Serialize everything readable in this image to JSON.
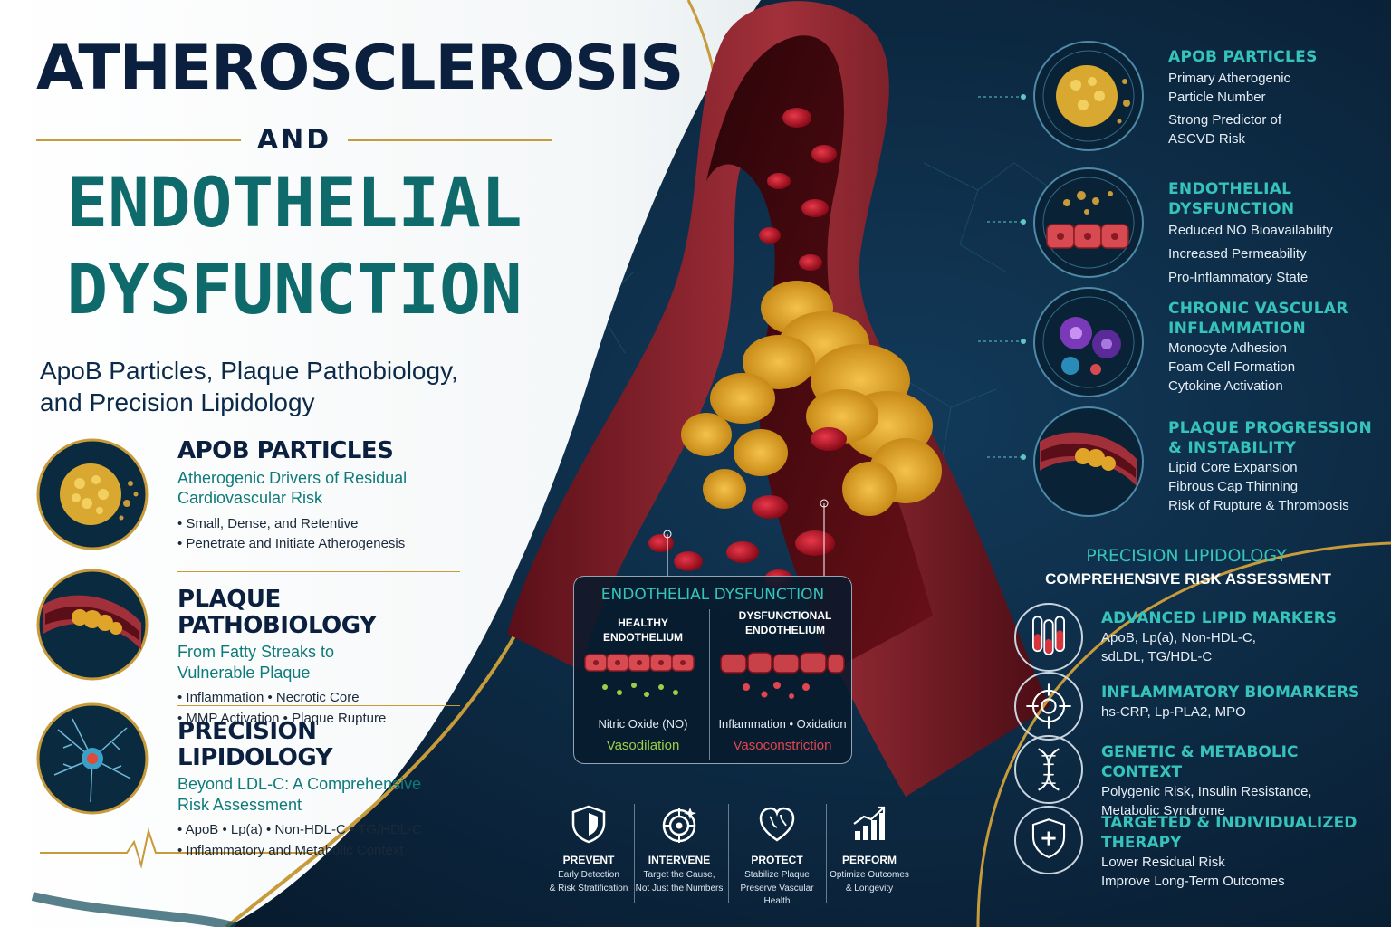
{
  "title": {
    "line1": "ATHEROSCLEROSIS",
    "and": "AND",
    "line2": "ENDOTHELIAL",
    "line3": "DYSFUNCTION",
    "subtitle_1": "ApoB Particles, Plaque Pathobiology,",
    "subtitle_2": "and Precision Lipidology"
  },
  "left_sections": [
    {
      "heading": "APOB PARTICLES",
      "tag_1": "Atherogenic Drivers of Residual",
      "tag_2": "Cardiovascular Risk",
      "bullets": [
        "• Small, Dense, and Retentive",
        "• Penetrate and Initiate Atherogenesis"
      ]
    },
    {
      "heading": "PLAQUE PATHOBIOLOGY",
      "tag_1": "From Fatty Streaks to",
      "tag_2": "Vulnerable Plaque",
      "bullets": [
        "• Inflammation   • Necrotic Core",
        "• MMP Activation   • Plaque Rupture"
      ]
    },
    {
      "heading": "PRECISION LIPIDOLOGY",
      "tag_1": "Beyond LDL-C: A Comprehensive",
      "tag_2": "Risk Assessment",
      "bullets": [
        "• ApoB   • Lp(a)   • Non-HDL-C   • TG/HDL-C",
        "• Inflammatory and Metabolic Context"
      ]
    }
  ],
  "right_sections": [
    {
      "heading_1": "APOB PARTICLES",
      "heading_2": "",
      "items": [
        "Primary Atherogenic",
        "Particle Number",
        "Strong Predictor of",
        "ASCVD Risk"
      ]
    },
    {
      "heading_1": "ENDOTHELIAL DYSFUNCTION",
      "heading_2": "",
      "items": [
        "Reduced NO Bioavailability",
        "Increased Permeability",
        "Pro-Inflammatory State"
      ]
    },
    {
      "heading_1": "CHRONIC VASCULAR",
      "heading_2": "INFLAMMATION",
      "items": [
        "Monocyte Adhesion",
        "Foam Cell Formation",
        "Cytokine Activation"
      ]
    },
    {
      "heading_1": "PLAQUE PROGRESSION",
      "heading_2": "& INSTABILITY",
      "items": [
        "Lipid Core Expansion",
        "Fibrous Cap Thinning",
        "Risk of Rupture & Thrombosis"
      ]
    }
  ],
  "endothelial_box": {
    "title": "ENDOTHELIAL DYSFUNCTION",
    "healthy_label": "HEALTHY ENDOTHELIUM",
    "dys_label_1": "DYSFUNCTIONAL",
    "dys_label_2": "ENDOTHELIUM",
    "healthy_text": "Nitric Oxide (NO)",
    "dys_text": "Inflammation • Oxidation",
    "healthy_result": "Vasodilation",
    "dys_result": "Vasoconstriction"
  },
  "pillars": [
    {
      "title": "PREVENT",
      "d1": "Early Detection",
      "d2": "& Risk Stratification",
      "icon": "shield-icon"
    },
    {
      "title": "INTERVENE",
      "d1": "Target the Cause,",
      "d2": "Not Just the Numbers",
      "icon": "target-icon"
    },
    {
      "title": "PROTECT",
      "d1": "Stabilize Plaque",
      "d2": "Preserve Vascular Health",
      "icon": "heart-icon"
    },
    {
      "title": "PERFORM",
      "d1": "Optimize Outcomes",
      "d2": "& Longevity",
      "icon": "chart-icon"
    }
  ],
  "precision": {
    "title": "PRECISION LIPIDOLOGY",
    "subtitle": "COMPREHENSIVE RISK ASSESSMENT",
    "items": [
      {
        "heading_1": "ADVANCED LIPID MARKERS",
        "heading_2": "",
        "lines": [
          "ApoB, Lp(a), Non-HDL-C,",
          "sdLDL, TG/HDL-C"
        ],
        "icon": "test-tubes-icon"
      },
      {
        "heading_1": "INFLAMMATORY BIOMARKERS",
        "heading_2": "",
        "lines": [
          "hs-CRP, Lp-PLA2, MPO"
        ],
        "icon": "crosshair-icon"
      },
      {
        "heading_1": "GENETIC & METABOLIC CONTEXT",
        "heading_2": "",
        "lines": [
          "Polygenic Risk, Insulin Resistance,",
          "Metabolic Syndrome"
        ],
        "icon": "dna-icon"
      },
      {
        "heading_1": "TARGETED & INDIVIDUALIZED",
        "heading_2": "THERAPY",
        "lines": [
          "Lower Residual Risk",
          "Improve Long-Term Outcomes"
        ],
        "icon": "shield-plus-icon"
      }
    ]
  },
  "colors": {
    "navy": "#0b1f3e",
    "teal": "#0f6a6c",
    "cyan": "#35c3bb",
    "gold": "#c79a3a",
    "red": "#e0464f",
    "green": "#9ad045"
  }
}
